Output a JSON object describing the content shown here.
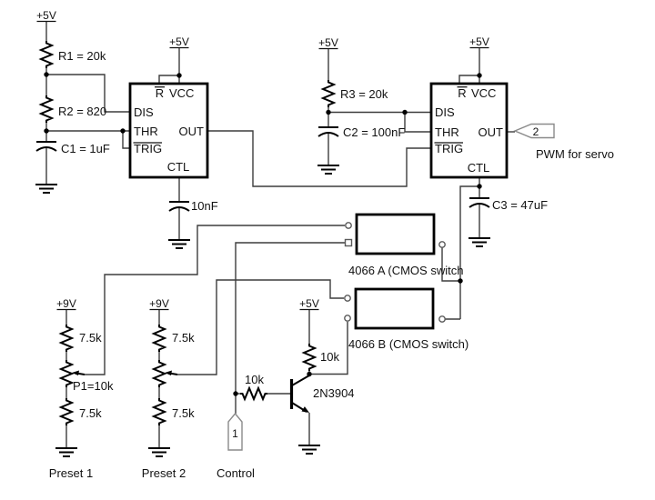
{
  "schematic": {
    "supplies": {
      "plus5": "+5V",
      "plus9": "+9V"
    },
    "timer_pins": {
      "reset": "R",
      "vcc": "VCC",
      "dis": "DIS",
      "thr": "THR",
      "trig": "TRIG",
      "out": "OUT",
      "ctl": "CTL"
    },
    "parts": {
      "r1": "R1 = 20k",
      "r2": "R2 = 820",
      "c1": "C1 = 1uF",
      "r3": "R3 = 20k",
      "c2": "C2 = 100nF",
      "c3": "C3 = 47uF",
      "ctl_cap": "10nF",
      "divider_r": "7.5k",
      "pot1": "P1=10k",
      "base_r": "10k",
      "collector_r": "10k",
      "transistor": "2N3904"
    },
    "switches": {
      "a": "4066 A (CMOS switch",
      "b": "4066 B (CMOS switch)"
    },
    "connectors": {
      "out_num": "2",
      "in_num": "1"
    },
    "captions": {
      "pwm": "PWM for servo",
      "preset1": "Preset 1",
      "preset2": "Preset 2",
      "control": "Control"
    },
    "colors": {
      "wire": "#3d3d3d",
      "symbol": "#000000",
      "terminal": "#5a5a5a",
      "connector_outline": "#8a8a8a",
      "text": "#111111",
      "background": "#ffffff"
    }
  }
}
